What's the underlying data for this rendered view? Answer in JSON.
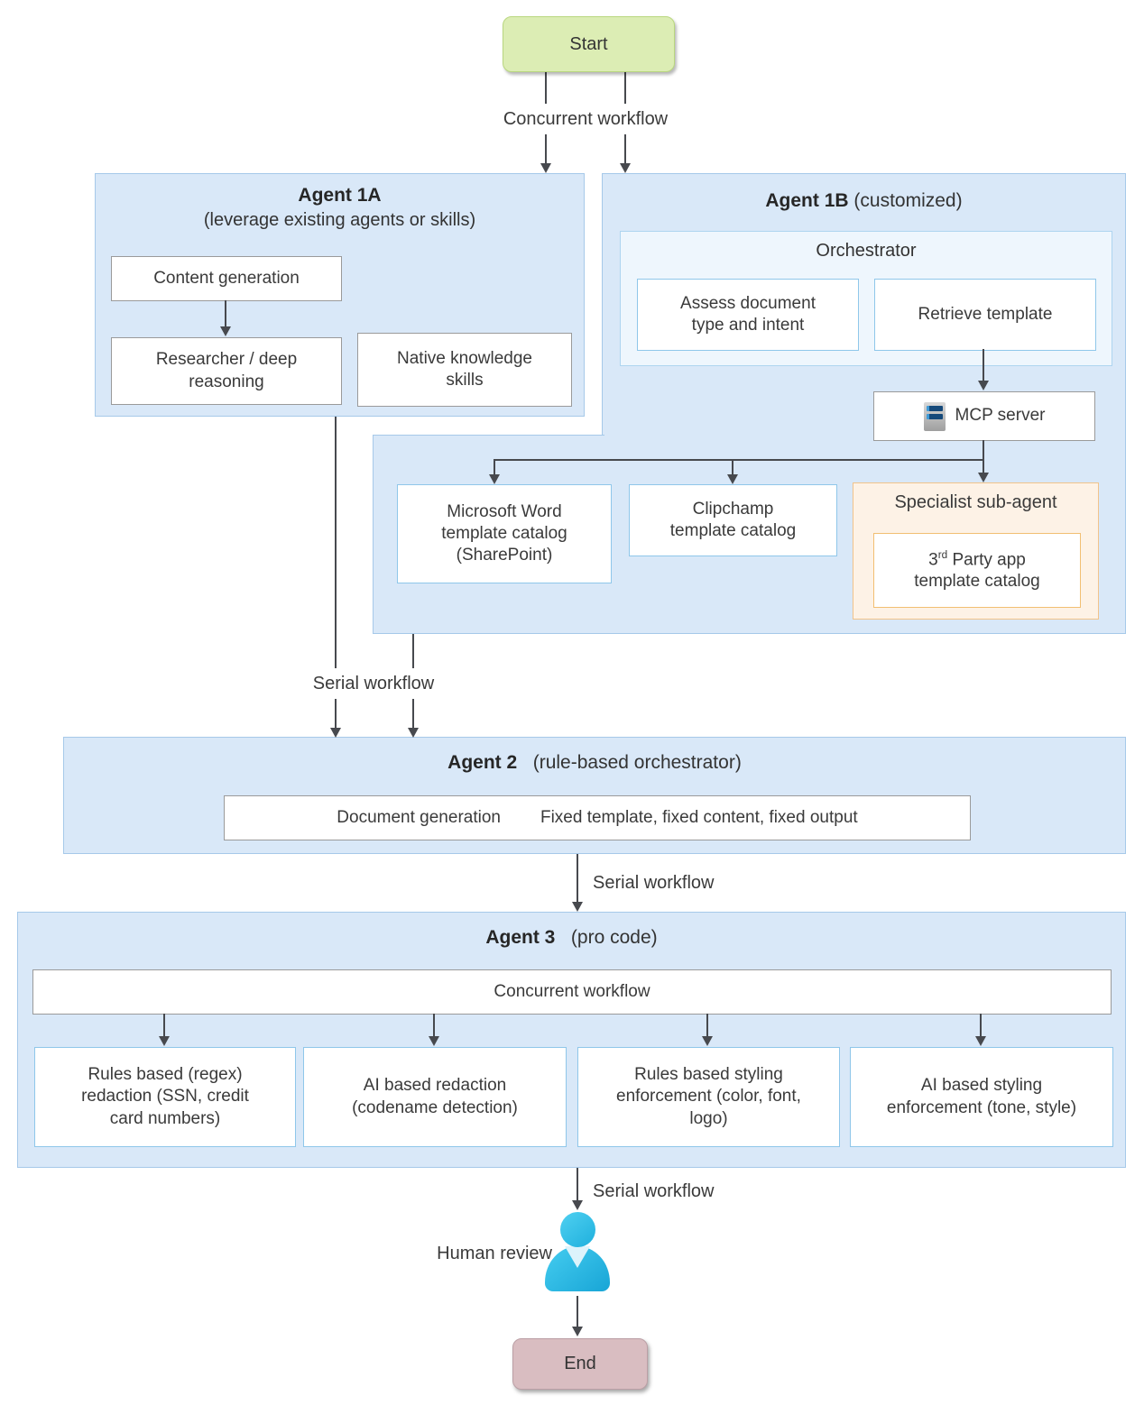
{
  "nodes": {
    "start": "Start",
    "end": "End"
  },
  "edge_labels": {
    "concurrent_top": "Concurrent workflow",
    "serial_1": "Serial workflow",
    "serial_2": "Serial workflow",
    "serial_3": "Serial workflow",
    "human_review": "Human review"
  },
  "agent_1a": {
    "title": "Agent 1A",
    "subtitle": "(leverage existing agents or skills)",
    "content_generation": "Content generation",
    "researcher": "Researcher / deep reasoning",
    "native_skills": "Native knowledge skills"
  },
  "agent_1b": {
    "title": "Agent 1B",
    "suffix": "(customized)",
    "orchestrator_title": "Orchestrator",
    "assess": "Assess document type and intent",
    "retrieve": "Retrieve template",
    "mcp_server": "MCP server",
    "word_catalog": "Microsoft Word template catalog (SharePoint)",
    "clipchamp_catalog": "Clipchamp template catalog",
    "specialist_title": "Specialist sub-agent",
    "third_party_num": "3",
    "third_party_ord": "rd",
    "third_party_rest": " Party app template catalog"
  },
  "agent_2": {
    "title": "Agent 2",
    "suffix": "(rule-based orchestrator)",
    "doc_generation": "Document generation",
    "fixed": "Fixed template, fixed content, fixed output"
  },
  "agent_3": {
    "title": "Agent 3",
    "suffix": "(pro code)",
    "concurrent": "Concurrent workflow",
    "tasks": [
      "Rules based (regex) redaction (SSN, credit card numbers)",
      "AI based redaction (codename detection)",
      "Rules based styling enforcement (color, font, logo)",
      "AI based styling enforcement (tone, style)"
    ]
  },
  "icons": {
    "mcp_server": "server-icon",
    "human_review": "person-icon"
  },
  "colors": {
    "panel_fill": "#d9e8f8",
    "panel_border": "#a6c9e9",
    "orchestrator_fill": "#eef6fd",
    "specialist_fill": "#fdf2e6",
    "specialist_border": "#f1c38b",
    "start_fill": "#dcedb4",
    "end_fill": "#d9bdc1",
    "connector": "#47494e",
    "person_icon": "#2fc0e8"
  }
}
